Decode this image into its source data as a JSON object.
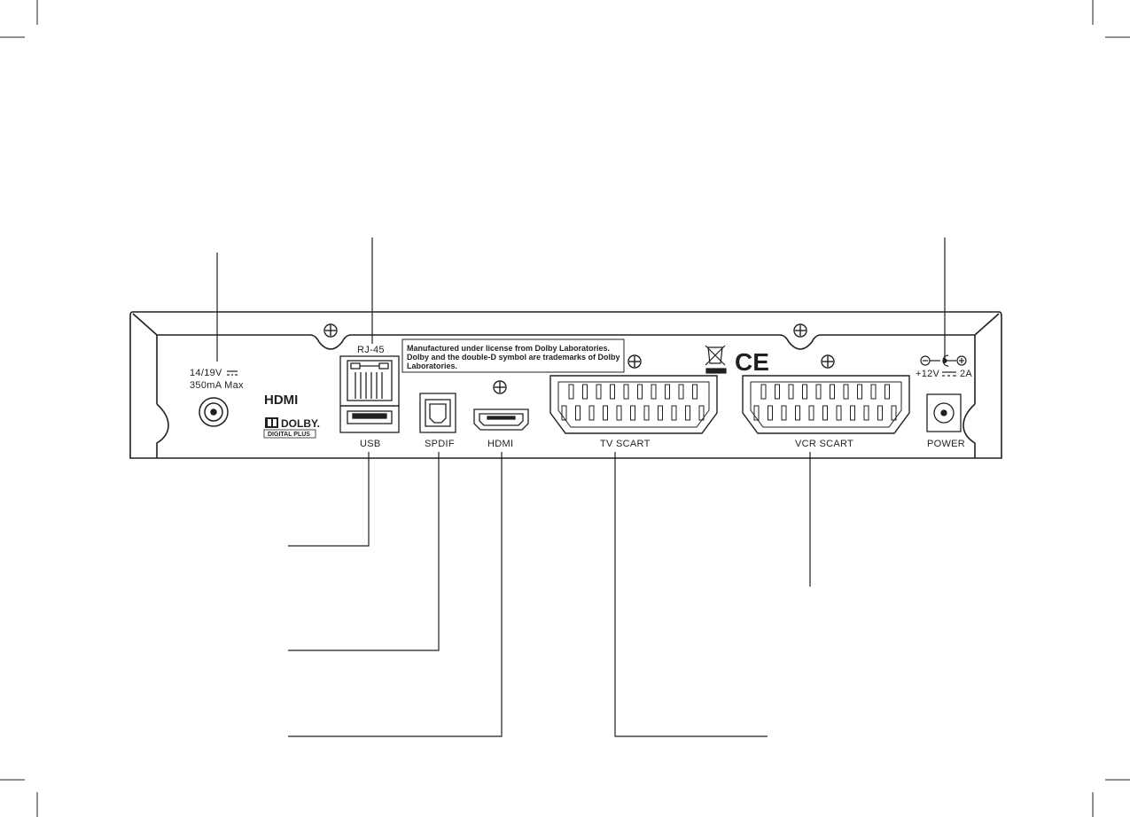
{
  "panel": {
    "lnb_voltage": "14/19V",
    "lnb_current": "350mA Max",
    "rj45_label": "RJ-45",
    "usb_label": "USB",
    "spdif_label": "SPDIF",
    "hdmi_label": "HDMI",
    "tv_scart_label": "TV SCART",
    "vcr_scart_label": "VCR SCART",
    "power_label": "POWER",
    "power_spec_voltage": "+12V",
    "power_spec_current": "2A"
  },
  "dolby_notice": {
    "line1": "Manufactured under license from Dolby Laboratories.",
    "line2": "Dolby and the double-D symbol are trademarks  of Dolby",
    "line3": "Laboratories."
  },
  "logos": {
    "hdmi_logo": "HDMI",
    "dolby_brand": "DOLBY.",
    "dolby_sub": "DIGITAL PLUS",
    "ce_mark": "CE"
  },
  "colors": {
    "ink": "#231f20",
    "background": "#ffffff"
  }
}
